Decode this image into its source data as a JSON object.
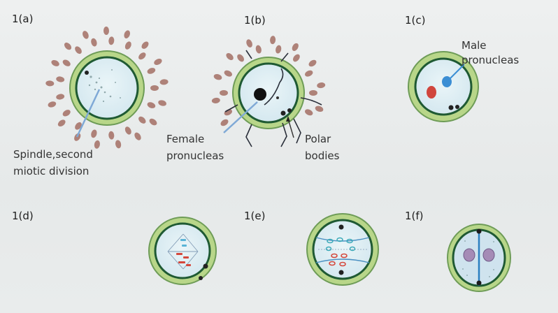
{
  "panels": {
    "a": "1(a)",
    "b": "1(b)",
    "c": "1(c)",
    "d": "1(d)",
    "e": "1(e)",
    "f": "1(f)"
  },
  "annotations": {
    "spindle_line1": "Spindle,second",
    "spindle_line2": "miotic division",
    "female_line1": "Female",
    "female_line2": "pronucleas",
    "polar_line1": "Polar",
    "polar_line2": "bodies",
    "male_line1": "Male",
    "male_line2": "pronucleas"
  },
  "colors": {
    "zona_outer": "#b9d88a",
    "zona_inner": "#2f6a3a",
    "cytoplasm": "#dfeef4",
    "sperm": "#a7766b",
    "female_pronucleus": "#d0463d",
    "male_pronucleus": "#3b8ed4",
    "chromosome_red": "#d4483c",
    "chromosome_blue": "#5ab4d6",
    "cleavage_nucleus": "#a58bb6"
  }
}
